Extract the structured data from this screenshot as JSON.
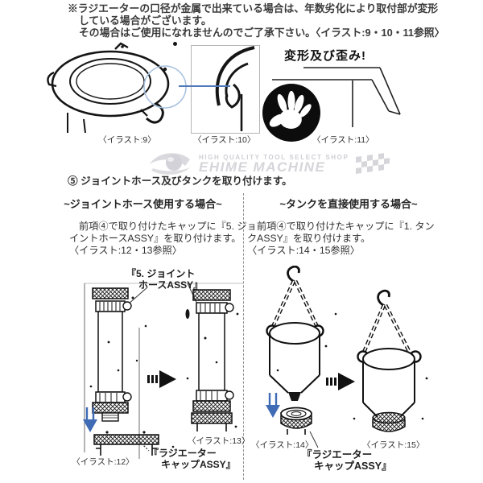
{
  "top_note": {
    "lines": [
      "※ラジエーターの口径が金属で出来ている場合は、年数劣化により取付部が変形",
      "している場合がございます。",
      "その場合はご使用になれませんのでご了承下さい。〈イラスト:9・10・11参照〉"
    ]
  },
  "top_illustrations": {
    "warning_title": "変形及び歪み!",
    "caption_9": "〈イラスト:9〉",
    "caption_10": "〈イラスト:10〉",
    "caption_11": "〈イラスト:11〉"
  },
  "watermark": {
    "tagline": "HIGH QUALITY TOOL SELECT SHOP",
    "brand": "EHIME MACHINE"
  },
  "step": {
    "heading": "⑤ ジョイントホース及びタンクを取り付けます。"
  },
  "left_column": {
    "header": "~ジョイントホース使用する場合~",
    "body_lines": [
      "前項④で取り付けたキャップに『5. ジョ",
      "イントホースASSY』を取り付けます。",
      "〈イラスト:12・13参照〉"
    ],
    "hose_label_lines": [
      "『5. ジョイント",
      "ホースASSY』"
    ],
    "caption_12": "〈イラスト:12〉",
    "caption_13": "〈イラスト:13〉",
    "cap_label_lines": [
      "『ラジエーター",
      "キャップASSY』"
    ]
  },
  "right_column": {
    "header": "~タンクを直接使用する場合~",
    "body_lines": [
      "前項④で取り付けたキャップに『1. タン",
      "クASSY』を取り付けます。",
      "〈イラスト:14・15参照〉"
    ],
    "caption_14": "〈イラスト:14〉",
    "caption_15": "〈イラスト:15〉",
    "cap_label_lines": [
      "『ラジエーター",
      "キャップASSY』"
    ]
  },
  "colors": {
    "accent_blue": "#3f6cb5",
    "highlight_blue": "#a9c2e0",
    "watermark_gray": "#d6d6db",
    "ink": "#1a1a1a"
  }
}
